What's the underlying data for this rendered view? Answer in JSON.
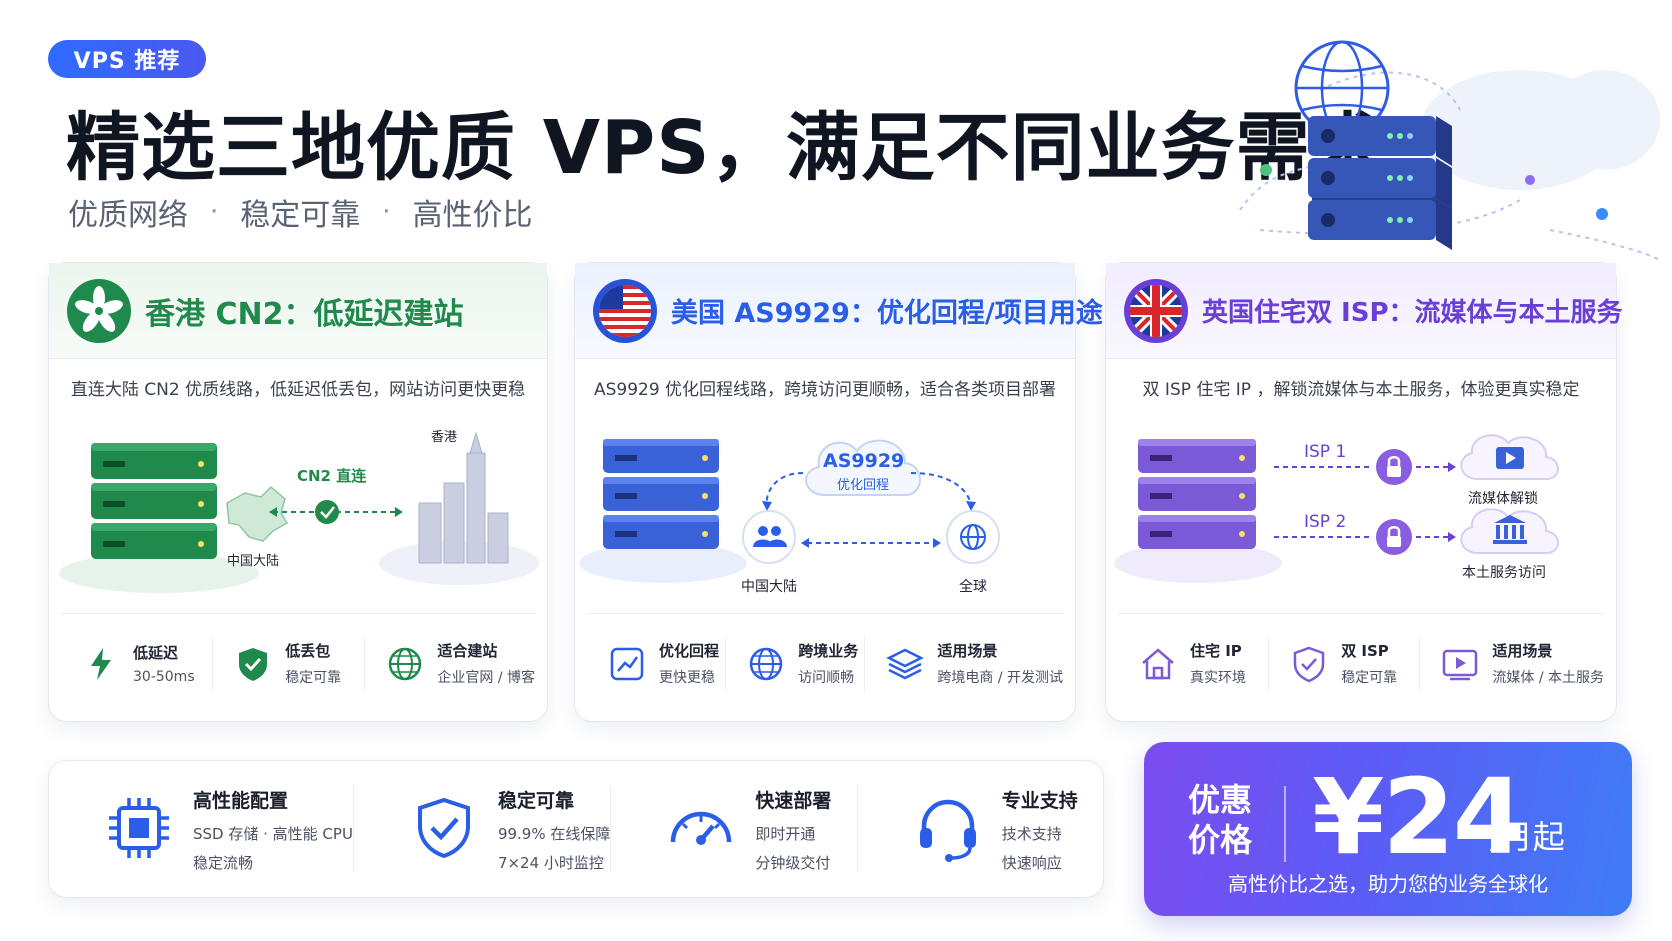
{
  "header": {
    "badge": "VPS 推荐",
    "title": "精选三地优质 VPS，满足不同业务需求",
    "subtitle": [
      "优质网络",
      "稳定可靠",
      "高性价比"
    ],
    "subtitle_sep": "·"
  },
  "cards": [
    {
      "title": "香港 CN2：低延迟建站",
      "desc": "直连大陆 CN2 优质线路，低延迟低丢包，网站访问更快更稳",
      "diagram": {
        "link": "CN2 直连",
        "from": "中国大陆",
        "to": "香港"
      },
      "features": [
        {
          "title": "低延迟",
          "sub": "30-50ms"
        },
        {
          "title": "低丢包",
          "sub": "稳定可靠"
        },
        {
          "title": "适合建站",
          "sub": "企业官网 / 博客"
        }
      ]
    },
    {
      "title": "美国 AS9929：优化回程/项目用途",
      "desc": "AS9929 优化回程线路，跨境访问更顺畅，适合各类项目部署",
      "diagram": {
        "cloud_title": "AS9929",
        "cloud_sub": "优化回程",
        "from": "中国大陆",
        "to": "全球"
      },
      "features": [
        {
          "title": "优化回程",
          "sub": "更快更稳"
        },
        {
          "title": "跨境业务",
          "sub": "访问顺畅"
        },
        {
          "title": "适用场景",
          "sub": "跨境电商 / 开发测试"
        }
      ]
    },
    {
      "title": "英国住宅双 ISP：流媒体与本土服务",
      "desc": "双 ISP 住宅 IP ，解锁流媒体与本土服务，体验更真实稳定",
      "diagram": {
        "isp1": "ISP 1",
        "isp2": "ISP 2",
        "target1": "流媒体解锁",
        "target2": "本土服务访问"
      },
      "features": [
        {
          "title": "住宅 IP",
          "sub": "真实环境"
        },
        {
          "title": "双 ISP",
          "sub": "稳定可靠"
        },
        {
          "title": "适用场景",
          "sub": "流媒体 / 本土服务"
        }
      ]
    }
  ],
  "bottom_features": [
    {
      "title": "高性能配置",
      "lines": [
        "SSD 存储 · 高性能 CPU",
        "稳定流畅"
      ]
    },
    {
      "title": "稳定可靠",
      "lines": [
        "99.9% 在线保障",
        "7×24 小时监控"
      ]
    },
    {
      "title": "快速部署",
      "lines": [
        "即时开通",
        "分钟级交付"
      ]
    },
    {
      "title": "专业支持",
      "lines": [
        "技术支持",
        "快速响应"
      ]
    }
  ],
  "price": {
    "label": "优惠价格",
    "amount": "¥24",
    "unit": "/月起",
    "slogan": "高性价比之选，助力您的业务全球化"
  },
  "colors": {
    "hk": "#1f8a4c",
    "us": "#2a5ee8",
    "uk": "#6a3fd6",
    "badge": "#2f6bff"
  },
  "icons": {
    "hk_flag": "hong-kong-flag-icon",
    "us_flag": "us-flag-icon",
    "uk_flag": "uk-flag-icon",
    "lightning": "lightning-icon",
    "shield": "shield-check-icon",
    "globe": "globe-icon",
    "chart": "chart-icon",
    "layers": "layers-icon",
    "home": "home-icon",
    "play": "play-icon",
    "lock": "lock-icon",
    "chip": "chip-icon",
    "gauge": "gauge-icon",
    "headset": "headset-icon"
  }
}
